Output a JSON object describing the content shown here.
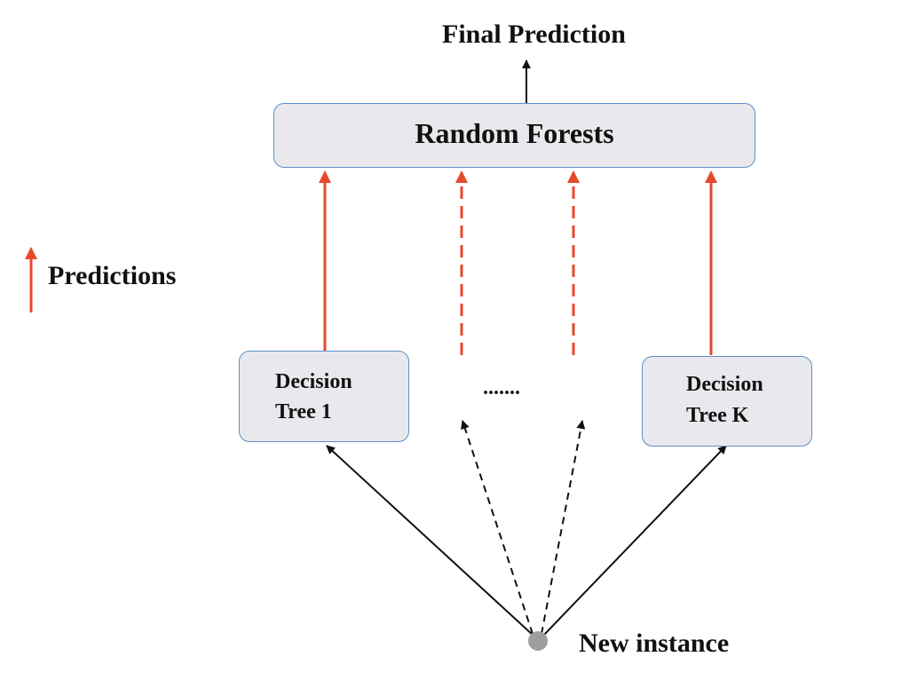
{
  "title": "Final Prediction",
  "aggregator": {
    "label": "Random Forests"
  },
  "legend": {
    "label": "Predictions",
    "color": "#e8482c"
  },
  "trees": [
    {
      "line1": "Decision",
      "line2": "Tree 1"
    },
    {
      "line1": "Decision",
      "line2": "Tree K"
    }
  ],
  "ellipsis": ".......",
  "input": {
    "label": "New instance",
    "node_color": "#9e9e9e"
  },
  "colors": {
    "prediction_arrow": "#e8482c",
    "input_arrow": "#111111",
    "box_border": "#5b8fc9",
    "box_fill": "#e9e9ed"
  }
}
